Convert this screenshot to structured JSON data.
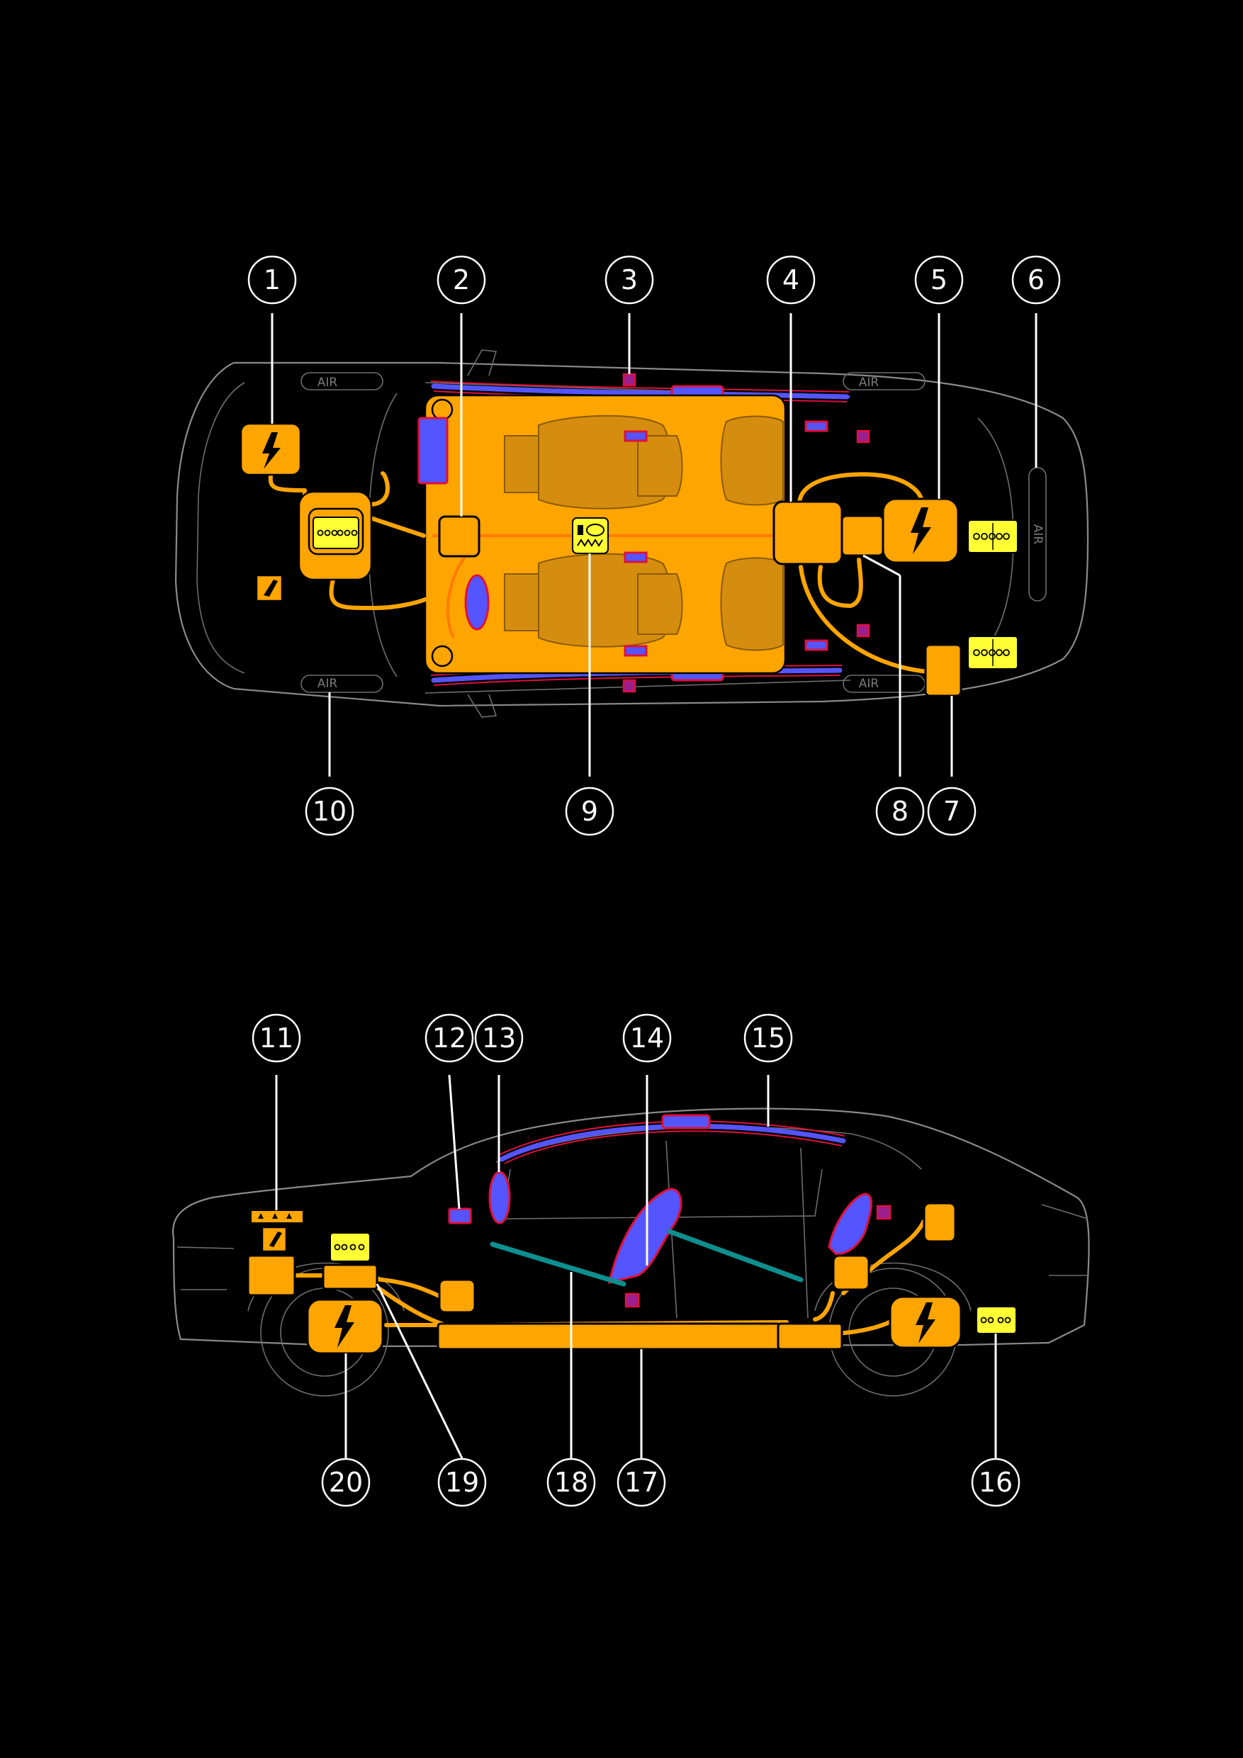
{
  "callouts": [
    {
      "id": "1",
      "label": "1"
    },
    {
      "id": "2",
      "label": "2"
    },
    {
      "id": "3",
      "label": "3"
    },
    {
      "id": "4",
      "label": "4"
    },
    {
      "id": "5",
      "label": "5"
    },
    {
      "id": "6",
      "label": "6"
    },
    {
      "id": "7",
      "label": "7"
    },
    {
      "id": "8",
      "label": "8"
    },
    {
      "id": "9",
      "label": "9"
    },
    {
      "id": "10",
      "label": "10"
    },
    {
      "id": "11",
      "label": "11"
    },
    {
      "id": "12",
      "label": "12"
    },
    {
      "id": "13",
      "label": "13"
    },
    {
      "id": "14",
      "label": "14"
    },
    {
      "id": "15",
      "label": "15"
    },
    {
      "id": "16",
      "label": "16"
    },
    {
      "id": "17",
      "label": "17"
    },
    {
      "id": "18",
      "label": "18"
    },
    {
      "id": "19",
      "label": "19"
    },
    {
      "id": "20",
      "label": "20"
    }
  ],
  "labels": {
    "air": "AIR"
  },
  "colors": {
    "background": "#000000",
    "high_voltage_component": "#ffa500",
    "low_voltage_battery": "#ffff33",
    "airbag": "#5555ff",
    "airbag_edge": "#e0103a",
    "sensor": "#9b1f8e",
    "reinforcement": "#0e8f8f",
    "outline": "#8a8a8a",
    "callout": "#ffffff"
  },
  "icons": [
    "high-voltage-bolt-icon",
    "battery-icon",
    "seatbelt-icon",
    "warning-label-icon",
    "heater-icon"
  ]
}
